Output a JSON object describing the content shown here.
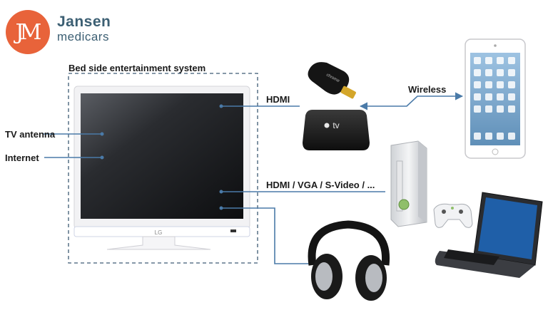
{
  "logo": {
    "mark": "JM",
    "name": "Jansen",
    "subname": "medicars"
  },
  "system": {
    "title": "Bed side entertainment system"
  },
  "inputs": {
    "antenna": "TV antenna",
    "internet": "Internet"
  },
  "connections": {
    "hdmi": "HDMI",
    "wireless": "Wireless",
    "multi": "HDMI / VGA / S-Video / ..."
  },
  "devices": {
    "tv_brand": "LG",
    "appletv_logo": "tv",
    "chromecast_logo": "chrome"
  },
  "colors": {
    "accent": "#e8633a",
    "brand": "#3c5f73",
    "connector": "#4a7aa8",
    "dashed": "#3d5a73"
  },
  "icons": [
    "tv-icon",
    "chromecast-icon",
    "apple-tv-icon",
    "tablet-icon",
    "game-console-icon",
    "game-controller-icon",
    "laptop-icon",
    "headphones-icon"
  ]
}
